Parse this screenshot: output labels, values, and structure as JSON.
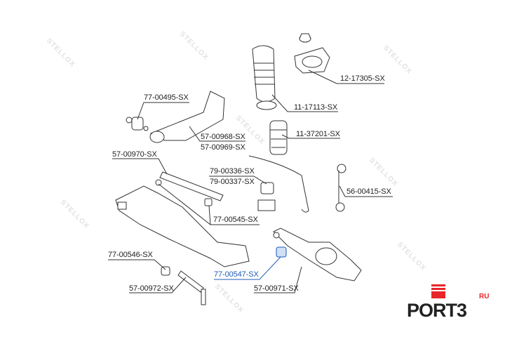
{
  "watermark": "STELLOX",
  "parts": [
    {
      "id": "p1",
      "label": "12-17305-SX"
    },
    {
      "id": "p2",
      "label": "77-00495-SX"
    },
    {
      "id": "p3",
      "label": "11-17113-SX"
    },
    {
      "id": "p4",
      "label": "57-00968-SX"
    },
    {
      "id": "p5",
      "label": "57-00969-SX"
    },
    {
      "id": "p6",
      "label": "11-37201-SX"
    },
    {
      "id": "p7",
      "label": "57-00970-SX"
    },
    {
      "id": "p8",
      "label": "79-00336-SX"
    },
    {
      "id": "p9",
      "label": "79-00337-SX"
    },
    {
      "id": "p10",
      "label": "56-00415-SX"
    },
    {
      "id": "p11",
      "label": "77-00545-SX"
    },
    {
      "id": "p12",
      "label": "77-00546-SX"
    },
    {
      "id": "p13",
      "label": "77-00547-SX",
      "highlighted": true
    },
    {
      "id": "p14",
      "label": "57-00971-SX"
    },
    {
      "id": "p15",
      "label": "57-00972-SX"
    }
  ],
  "logo": {
    "text": "PORT3",
    "suffix": "RU",
    "accent": "#e8262a"
  },
  "colors": {
    "line": "#333333",
    "highlight": "#1e5bb5"
  }
}
